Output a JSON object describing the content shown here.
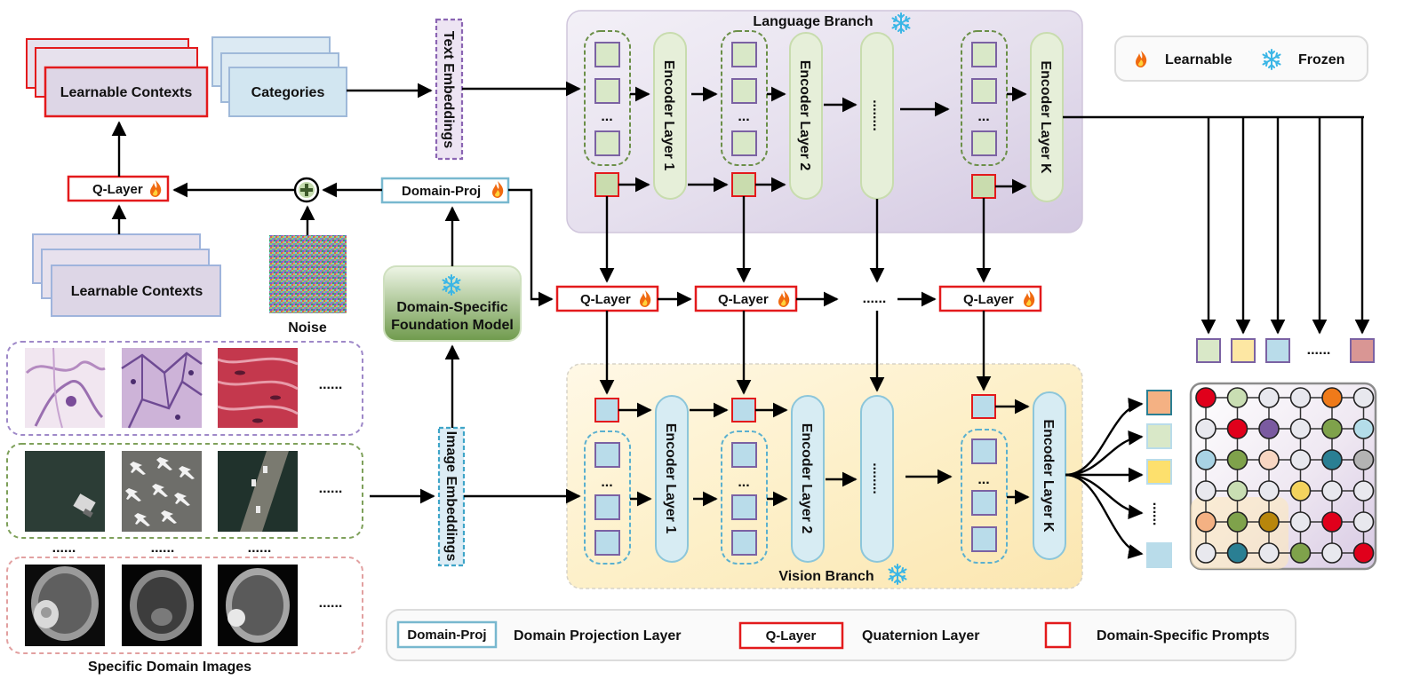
{
  "left_panel": {
    "learnable_contexts_top": "Learnable Contexts",
    "categories": "Categories",
    "q_layer": "Q-Layer",
    "learnable_contexts_bottom": "Learnable Contexts",
    "noise": "Noise",
    "domain_proj": "Domain-Proj",
    "foundation_model": [
      "Domain-Specific",
      "Foundation Model"
    ],
    "text_embeddings": "Text Embeddings",
    "image_embeddings": "Image Embeddings",
    "specific_domain_images": "Specific Domain Images",
    "ellipsis": "......",
    "ellipsis_short": "......"
  },
  "language_branch": {
    "title": "Language Branch",
    "encoder_1": "Encoder Layer 1",
    "encoder_2": "Encoder Layer 2",
    "encoder_k": "Encoder Layer K",
    "dots": "........",
    "token_dots": "..."
  },
  "middle": {
    "q_layer": "Q-Layer",
    "dots": "......"
  },
  "vision_branch": {
    "title": "Vision Branch",
    "encoder_1": "Encoder Layer 1",
    "encoder_2": "Encoder Layer 2",
    "encoder_k": "Encoder Layer K",
    "dots": "........",
    "token_dots": "..."
  },
  "right_panel": {
    "dots_row": "......",
    "dots_col": "......"
  },
  "legend_top": {
    "learnable": "Learnable",
    "frozen": "Frozen"
  },
  "legend_bottom": {
    "domain_proj_box": "Domain-Proj",
    "domain_proj_desc": "Domain Projection Layer",
    "q_layer_box": "Q-Layer",
    "q_layer_desc": "Quaternion Layer",
    "prompts_desc": "Domain-Specific Prompts"
  },
  "icons": {
    "learnable": "flame-icon",
    "frozen": "snowflake-icon",
    "add": "plus-circle-icon"
  },
  "colors": {
    "learnable_red": "#e31a1c",
    "frozen_blue": "#3bb6e6",
    "language_bg": "#ded5e8",
    "vision_bg": "#fdeec0",
    "text_token": "#d9e8c8",
    "image_token": "#b9dcea",
    "encoder_lang": "#e6efd9",
    "encoder_vis": "#d7ecf3"
  },
  "similarity_grid": [
    [
      "#e0001b",
      "#c9deb3",
      "#e8e8ee",
      "#e8e8ee",
      "#ef7a1a",
      "#e8e8ee"
    ],
    [
      "#e8e8ee",
      "#e0001b",
      "#7a5aa0",
      "#e8e8ee",
      "#7fa24b",
      "#b4dde9"
    ],
    [
      "#a9d3e4",
      "#7fa24b",
      "#f8d6c2",
      "#e8e8ee",
      "#2a7f93",
      "#b3b3b3"
    ],
    [
      "#e8e8ee",
      "#c9deb3",
      "#e8e8ee",
      "#f4d35e",
      "#e8e8ee",
      "#e8e8ee"
    ],
    [
      "#f4b183",
      "#7fa24b",
      "#b8860b",
      "#e8e8ee",
      "#e0001b",
      "#e8e8ee"
    ],
    [
      "#e8e8ee",
      "#2a7f93",
      "#e8e8ee",
      "#7fa24b",
      "#e8e8ee",
      "#e0001b"
    ]
  ],
  "text_output_colors": [
    "#d9e8c8",
    "#fde7a3",
    "#b9dcea",
    "#d99694"
  ],
  "image_output_colors": [
    "#f4b183",
    "#d9e8c8",
    "#fde06d",
    "#b9dcea"
  ]
}
